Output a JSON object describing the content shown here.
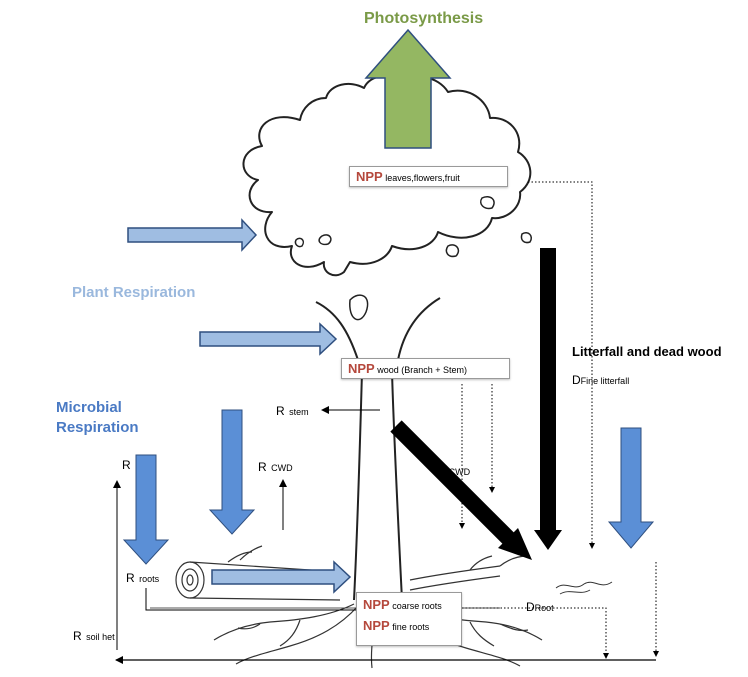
{
  "colors": {
    "photosynthesis": "#7a9a47",
    "plant_respiration": "#9ab8dd",
    "microbial_respiration": "#4a7ac4",
    "npp": "#b5483c",
    "arrow_green": "#94b762",
    "arrow_light_blue": "#9fbde2",
    "arrow_blue": "#5b8fd6",
    "arrow_black": "#000000"
  },
  "titles": {
    "photosynthesis": "Photosynthesis",
    "plant_respiration": "Plant Respiration",
    "microbial_respiration_1": "Microbial",
    "microbial_respiration_2": "Respiration",
    "litterfall": "Litterfall and dead wood"
  },
  "npp_boxes": {
    "leaves": {
      "npp": "NPP",
      "sub": "leaves,flowers,fruit"
    },
    "wood": {
      "npp": "NPP",
      "sub": "wood (Branch + Stem)"
    },
    "coarse_roots": {
      "npp": "NPP",
      "sub": "coarse roots"
    },
    "fine_roots": {
      "npp": "NPP",
      "sub": "fine roots"
    }
  },
  "flux_labels": {
    "r_stem": {
      "main": "R",
      "sub": "stem"
    },
    "r_cwd": {
      "main": "R",
      "sub": "CWD"
    },
    "r_top": {
      "main": "R",
      "sub": ""
    },
    "r_roots": {
      "main": "R",
      "sub": "roots"
    },
    "r_soil_het": {
      "main": "R",
      "sub": "soil het"
    },
    "d_fine_litterfall": {
      "main": "D",
      "sub": "Fine litterfall"
    },
    "d_cwd": {
      "main": "D",
      "sub": "CWD"
    },
    "d_root": {
      "main": "D",
      "sub": "Root"
    }
  }
}
